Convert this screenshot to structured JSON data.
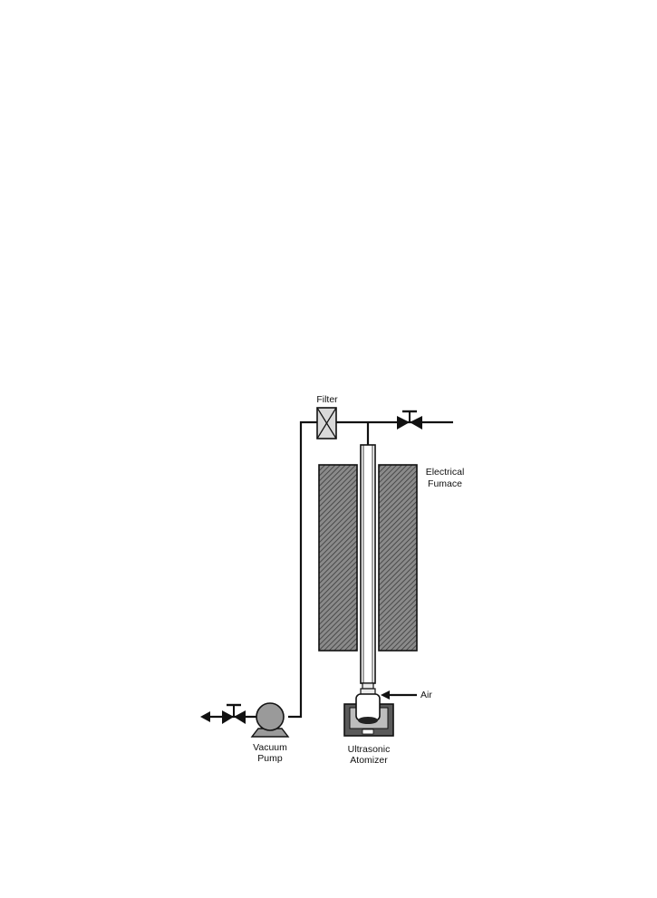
{
  "labels": {
    "filter": "Filter",
    "furnace_line1": "Electrical",
    "furnace_line2": "Fumace",
    "air": "Air",
    "pump_line1": "Vacuum",
    "pump_line2": "Pump",
    "atomizer_line1": "Ultrasonic",
    "atomizer_line2": "Atomizer"
  }
}
